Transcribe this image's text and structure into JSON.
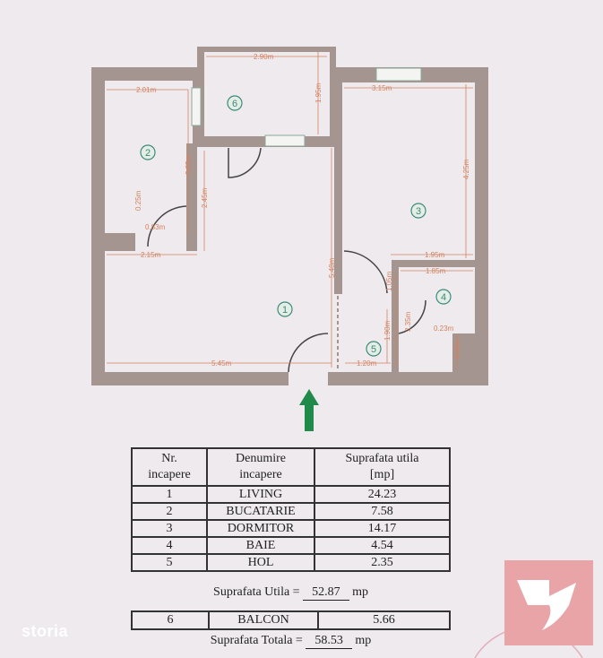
{
  "plan": {
    "room_numbers": [
      "1",
      "2",
      "3",
      "4",
      "5",
      "6"
    ],
    "dimensions": {
      "balcony_width": "2.90m",
      "balcony_depth": "1.95m",
      "kitchen_width_top": "2.01m",
      "kitchen_height": "3.85m",
      "kitchen_door_offset": "0.25m",
      "kitchen_door_width": "0.83m",
      "living_upper_height": "2.45m",
      "living_width_mid": "2.15m",
      "living_height": "5.48m",
      "living_width_bottom": "5.45m",
      "bedroom_width": "3.15m",
      "bedroom_height": "4.25m",
      "bedroom_bottom_width": "1.95m",
      "bath_width": "1.85m",
      "bath_door_offset": "1.05m",
      "bath_height": "2.35m",
      "hall_depth": "1.90m",
      "hall_width": "1.20m",
      "bath_notch_width": "0.23m",
      "bath_notch_height": "0.80m"
    },
    "colors": {
      "wall": "#a49590",
      "dimension": "#d4825f",
      "room_marker": "#3d8a7a",
      "arrow": "#1f8a4a"
    }
  },
  "table": {
    "headers": [
      [
        "Nr.",
        "incapere"
      ],
      [
        "Denumire",
        "incapere"
      ],
      [
        "Suprafata utila",
        "[mp]"
      ]
    ],
    "rows": [
      {
        "nr": "1",
        "name": "LIVING",
        "area": "24.23"
      },
      {
        "nr": "2",
        "name": "BUCATARIE",
        "area": "7.58"
      },
      {
        "nr": "3",
        "name": "DORMITOR",
        "area": "14.17"
      },
      {
        "nr": "4",
        "name": "BAIE",
        "area": "4.54"
      },
      {
        "nr": "5",
        "name": "HOL",
        "area": "2.35"
      }
    ],
    "util_label": "Suprafata Utila =",
    "util_value": "52.87",
    "unit": "mp",
    "balcony": {
      "nr": "6",
      "name": "BALCON",
      "area": "5.66"
    },
    "total_label": "Suprafata Totala =",
    "total_value": "58.53"
  },
  "watermark": {
    "brand": "storia"
  }
}
